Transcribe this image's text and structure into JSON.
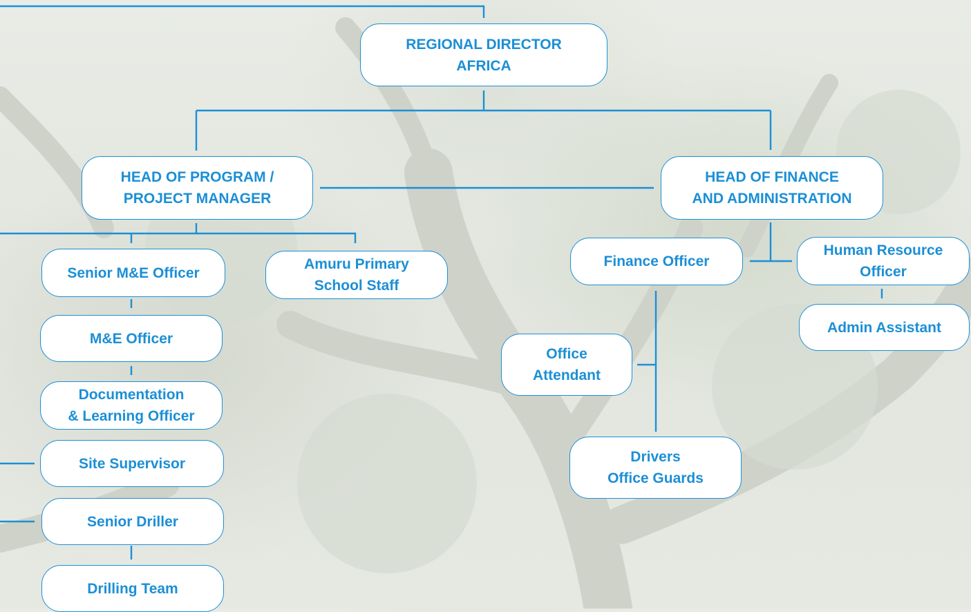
{
  "colors": {
    "accent": "#1b8fd6",
    "node_fill": "#ffffff",
    "background": "#e6e9e2"
  },
  "nodes": {
    "regional_director": "REGIONAL DIRECTOR\nAFRICA",
    "head_program": "HEAD OF PROGRAM /\nPROJECT MANAGER",
    "head_finance": "HEAD OF FINANCE\nAND ADMINISTRATION",
    "senior_me": "Senior M&E Officer",
    "amuru_staff": "Amuru Primary\nSchool Staff",
    "me_officer": "M&E Officer",
    "documentation": "Documentation\n& Learning Officer",
    "site_supervisor": "Site Supervisor",
    "senior_driller": "Senior Driller",
    "drilling_team": "Drilling Team",
    "finance_officer": "Finance Officer",
    "hr_officer": "Human Resource\nOfficer",
    "admin_assistant": "Admin Assistant",
    "office_attendant": "Office\nAttendant",
    "drivers_guards": "Drivers\nOffice Guards"
  }
}
